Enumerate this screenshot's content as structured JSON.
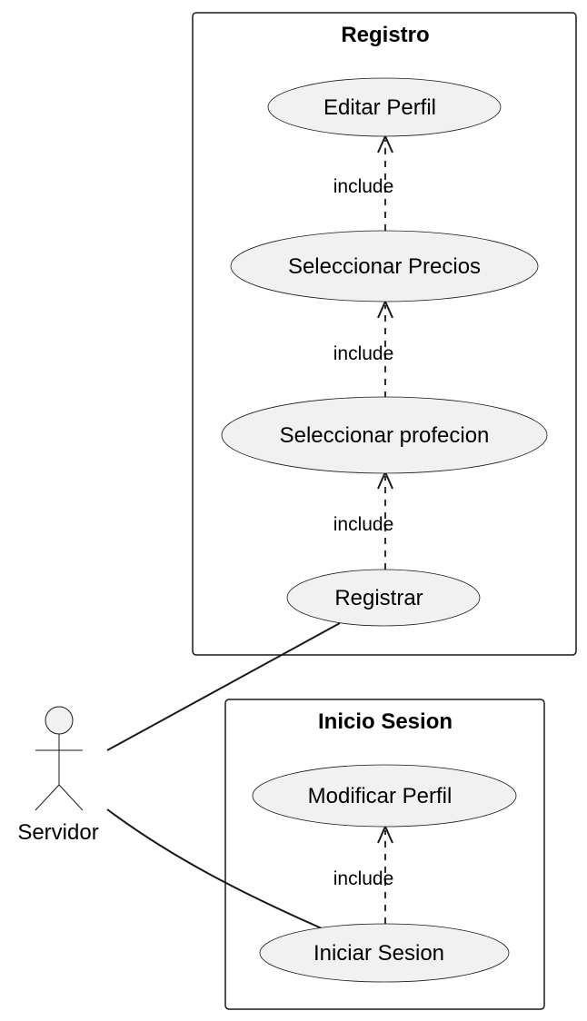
{
  "packages": {
    "registro": {
      "title": "Registro",
      "use_cases": {
        "editar_perfil": "Editar Perfil",
        "seleccionar_precios": "Seleccionar Precios",
        "seleccionar_profecion": "Seleccionar profecion",
        "registrar": "Registrar"
      }
    },
    "inicio_sesion": {
      "title": "Inicio Sesion",
      "use_cases": {
        "modificar_perfil": "Modificar Perfil",
        "iniciar_sesion": "Iniciar Sesion"
      }
    }
  },
  "actor": {
    "name": "Servidor"
  },
  "relations": {
    "include_label": "include",
    "include_edges": [
      {
        "from": "Seleccionar Precios",
        "to": "Editar Perfil"
      },
      {
        "from": "Seleccionar profecion",
        "to": "Seleccionar Precios"
      },
      {
        "from": "Registrar",
        "to": "Seleccionar profecion"
      },
      {
        "from": "Iniciar Sesion",
        "to": "Modificar Perfil"
      }
    ],
    "associations": [
      {
        "from": "Servidor",
        "to": "Registrar"
      },
      {
        "from": "Servidor",
        "to": "Iniciar Sesion"
      }
    ]
  }
}
